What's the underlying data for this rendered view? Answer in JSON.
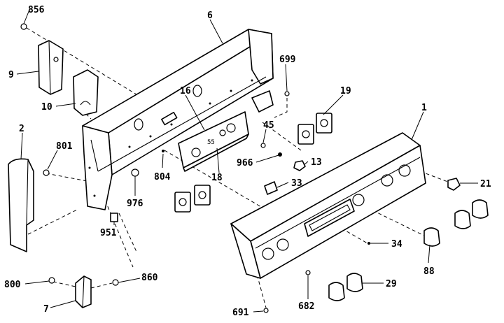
{
  "diagram": {
    "callouts": {
      "c856": "856",
      "c6": "6",
      "c699": "699",
      "c9": "9",
      "c10": "10",
      "c16": "16",
      "c19": "19",
      "c1": "1",
      "c2": "2",
      "c801": "801",
      "c45": "45",
      "c966": "966",
      "c13": "13",
      "c18": "18",
      "c804": "804",
      "c33": "33",
      "c21": "21",
      "c976": "976",
      "c951": "951",
      "c34": "34",
      "c88": "88",
      "c800": "800",
      "c860": "860",
      "c7": "7",
      "c29": "29",
      "c682": "682",
      "c691": "691"
    }
  }
}
